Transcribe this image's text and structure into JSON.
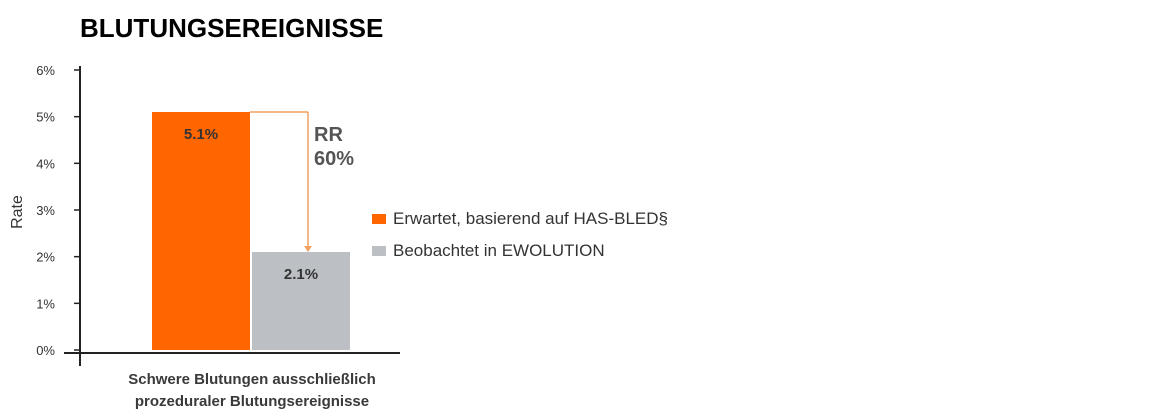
{
  "chart_data": {
    "type": "bar",
    "title": "BLUTUNGSEREIGNISSE",
    "ylabel": "Rate",
    "ylim": [
      0,
      6
    ],
    "yticks": [
      0,
      1,
      2,
      3,
      4,
      5,
      6
    ],
    "ytick_labels": [
      "0%",
      "1%",
      "2%",
      "3%",
      "4%",
      "5%",
      "6%"
    ],
    "categories": [
      "Schwere Blutungen ausschließlich prozeduraler Blutungsereignisse"
    ],
    "category_label_lines": [
      "Schwere Blutungen ausschließlich",
      "prozeduraler Blutungsereignisse"
    ],
    "series": [
      {
        "name": "Erwartet, basierend auf HAS-BLED§",
        "values": [
          5.1
        ],
        "data_labels": [
          "5.1%"
        ],
        "color": "#ff6600"
      },
      {
        "name": "Beobachtet in EWOLUTION",
        "values": [
          2.1
        ],
        "data_labels": [
          "2.1%"
        ],
        "color": "#bcc0c5"
      }
    ],
    "annotation": {
      "line1": "RR",
      "line2": "60%",
      "color": "#f0a060"
    },
    "legend_position": "right",
    "grid": false
  }
}
